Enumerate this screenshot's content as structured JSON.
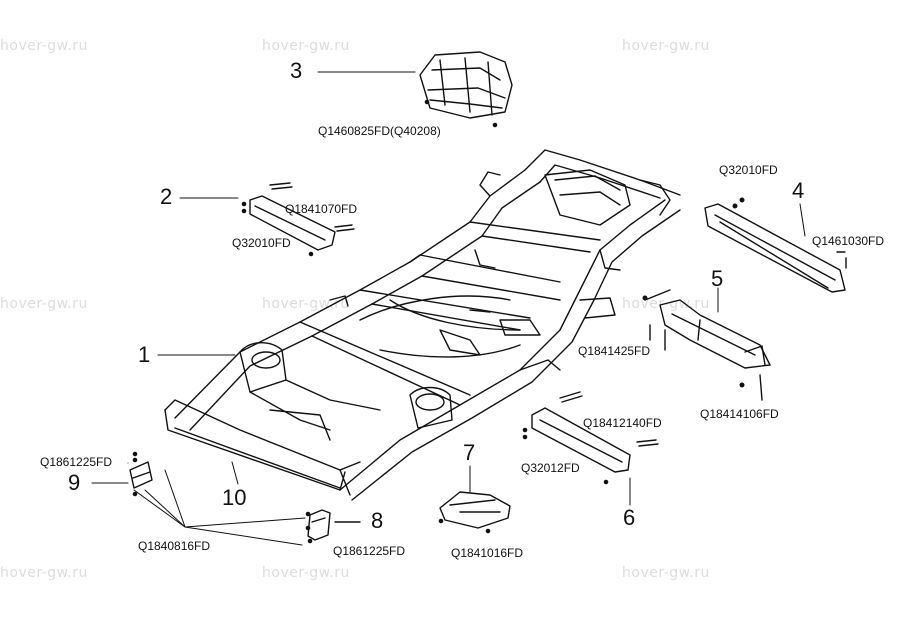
{
  "watermark": "hover-gw.ru",
  "callouts": {
    "n1": "1",
    "n2": "2",
    "n3": "3",
    "n4": "4",
    "n5": "5",
    "n6": "6",
    "n7": "7",
    "n8": "8",
    "n9": "9",
    "n10": "10"
  },
  "part_codes": {
    "c3": "Q1460825FD(Q40208)",
    "c2a": "Q1841070FD",
    "c2b": "Q32010FD",
    "c4a": "Q32010FD",
    "c4b": "Q1461030FD",
    "c5a": "Q1841425FD",
    "c5b": "Q18414106FD",
    "c6a": "Q18412140FD",
    "c6b": "Q32012FD",
    "c9": "Q1861225FD",
    "c8a": "Q1840816FD",
    "c8b": "Q1861225FD",
    "c7": "Q1841016FD"
  }
}
